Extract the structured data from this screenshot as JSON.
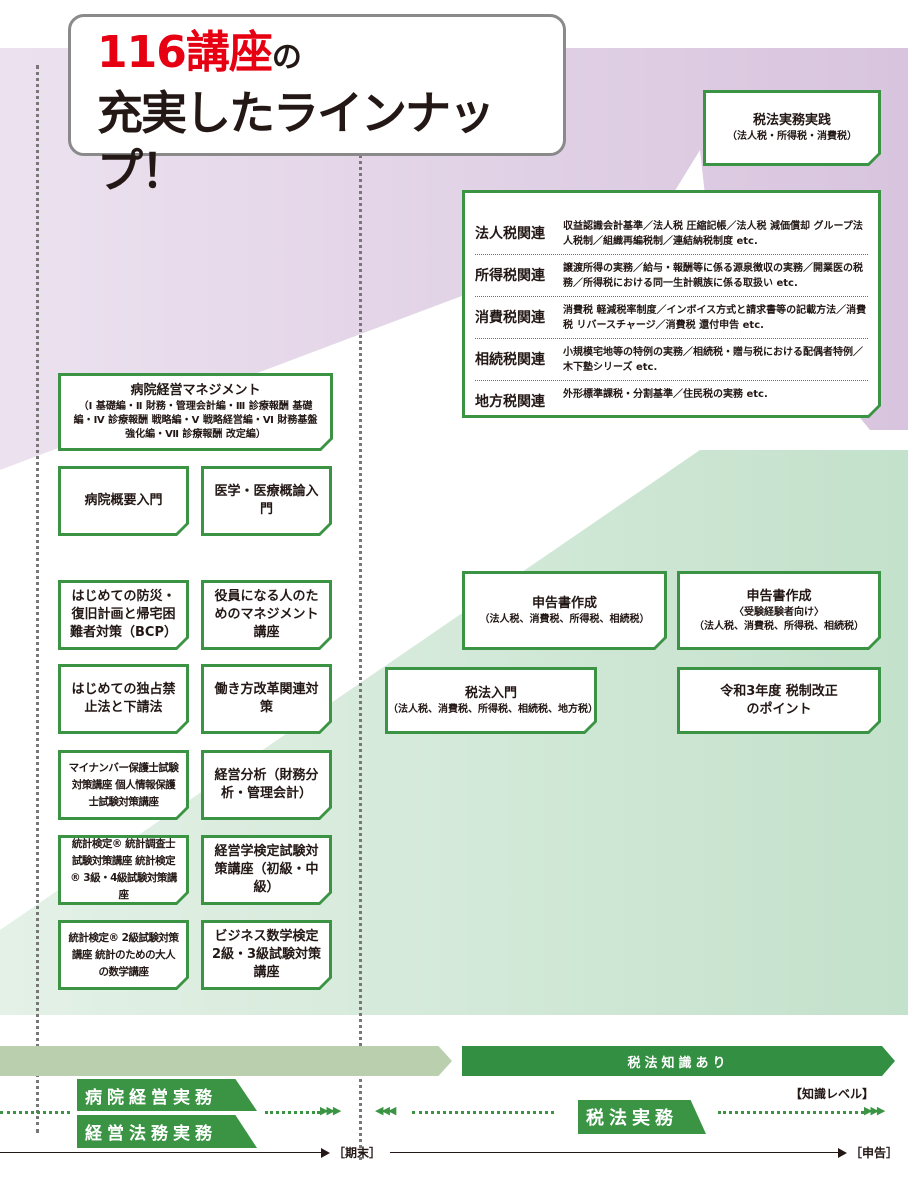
{
  "title": {
    "line1_number": "116講座",
    "line1_suffix": "の",
    "line2": "充実したラインナップ！"
  },
  "colors": {
    "accent_red": "#e60012",
    "green": "#3a9444",
    "purple": "#dccbe1",
    "light_green": "#c8e4d0"
  },
  "tax_practice": {
    "title": "税法実務実践",
    "sub": "（法人税・所得税・消費税）"
  },
  "tax_list": [
    {
      "category": "法人税関連",
      "desc": "収益認識会計基準／法人税 圧縮記帳／法人税 減価償却 グループ法人税制／組織再編税制／連結納税制度 etc."
    },
    {
      "category": "所得税関連",
      "desc": "譲渡所得の実務／給与・報酬等に係る源泉徴収の実務／開業医の税務／所得税における同一生計親族に係る取扱い etc."
    },
    {
      "category": "消費税関連",
      "desc": "消費税 軽減税率制度／インボイス方式と請求書等の記載方法／消費税 リバースチャージ／消費税 還付申告 etc."
    },
    {
      "category": "相続税関連",
      "desc": "小規模宅地等の特例の実務／相続税・贈与税における配偶者特例／木下塾シリーズ etc."
    },
    {
      "category": "地方税関連",
      "desc": "外形標準課税・分割基準／住民税の実務 etc."
    }
  ],
  "hospital_mgmt": {
    "title": "病院経営マネジメント",
    "sub": "（Ⅰ 基礎編・Ⅱ 財務・管理会計編・Ⅲ 診療報酬 基礎編・Ⅳ 診療報酬 戦略編・Ⅴ 戦略経営編・Ⅵ 財務基盤強化編・Ⅶ 診療報酬 改定編）"
  },
  "left_courses": [
    {
      "text": "病院概要入門"
    },
    {
      "text": "医学・医療概論入門"
    },
    {
      "text": "はじめての防災・復旧計画と帰宅困難者対策（BCP）"
    },
    {
      "text": "役員になる人のためのマネジメント講座"
    },
    {
      "text": "はじめての独占禁止法と下請法"
    },
    {
      "text": "働き方改革関連対策"
    },
    {
      "text": "マイナンバー保護士試験対策講座 個人情報保護士試験対策講座"
    },
    {
      "text": "経営分析（財務分析・管理会計）"
    },
    {
      "text": "統計検定® 統計調査士試験対策講座 統計検定® 3級・4級試験対策講座"
    },
    {
      "text": "経営学検定試験対策講座（初級・中級）"
    },
    {
      "text": "統計検定® 2級試験対策講座 統計のための大人の数学講座"
    },
    {
      "text": "ビジネス数学検定 2級・3級試験対策講座"
    }
  ],
  "tax_courses": [
    {
      "title": "申告書作成",
      "sub": "（法人税、消費税、所得税、相続税）"
    },
    {
      "title": "申告書作成",
      "sub2": "〈受験経験者向け〉",
      "sub": "（法人税、消費税、所得税、相続税）"
    },
    {
      "title": "税法入門",
      "sub": "（法人税、消費税、所得税、相続税、地方税）"
    },
    {
      "title": "令和3年度 税制改正のポイント"
    }
  ],
  "bottom": {
    "tax_knowledge": "税法知識あり",
    "knowledge_level": "【知識レベル】",
    "hospital_practice": "病院経営実務",
    "legal_practice": "経営法務実務",
    "tax_practice": "税法実務",
    "term_end": "［期末］",
    "filing": "［申告］"
  }
}
